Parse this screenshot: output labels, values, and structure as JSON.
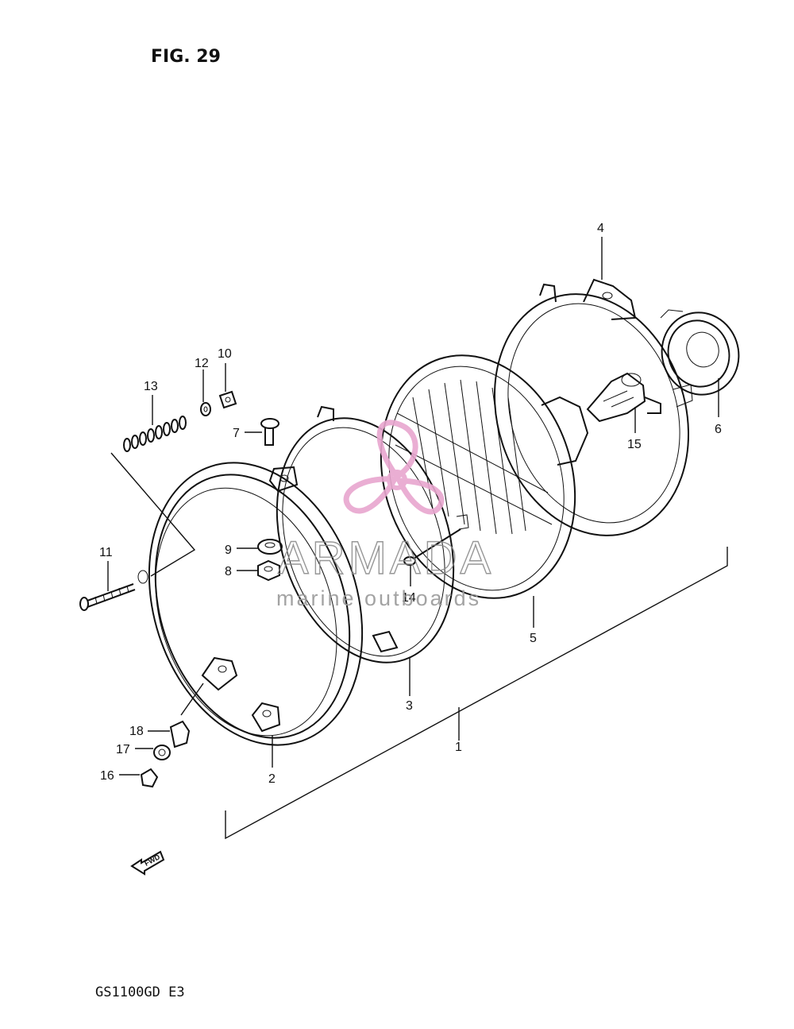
{
  "figure": {
    "title": "FIG. 29",
    "model_code": "GS1100GD E3"
  },
  "callouts": {
    "p1": "1",
    "p2": "2",
    "p3": "3",
    "p4": "4",
    "p5": "5",
    "p6": "6",
    "p7": "7",
    "p8": "8",
    "p9": "9",
    "p10": "10",
    "p11": "11",
    "p12": "12",
    "p13": "13",
    "p14": "14",
    "p15": "15",
    "p16": "16",
    "p17": "17",
    "p18": "18"
  },
  "fwd_marker": "FWD",
  "watermark": {
    "brand": "ARMADA",
    "tagline": "marine outboards",
    "color": "#e8a6cf"
  }
}
